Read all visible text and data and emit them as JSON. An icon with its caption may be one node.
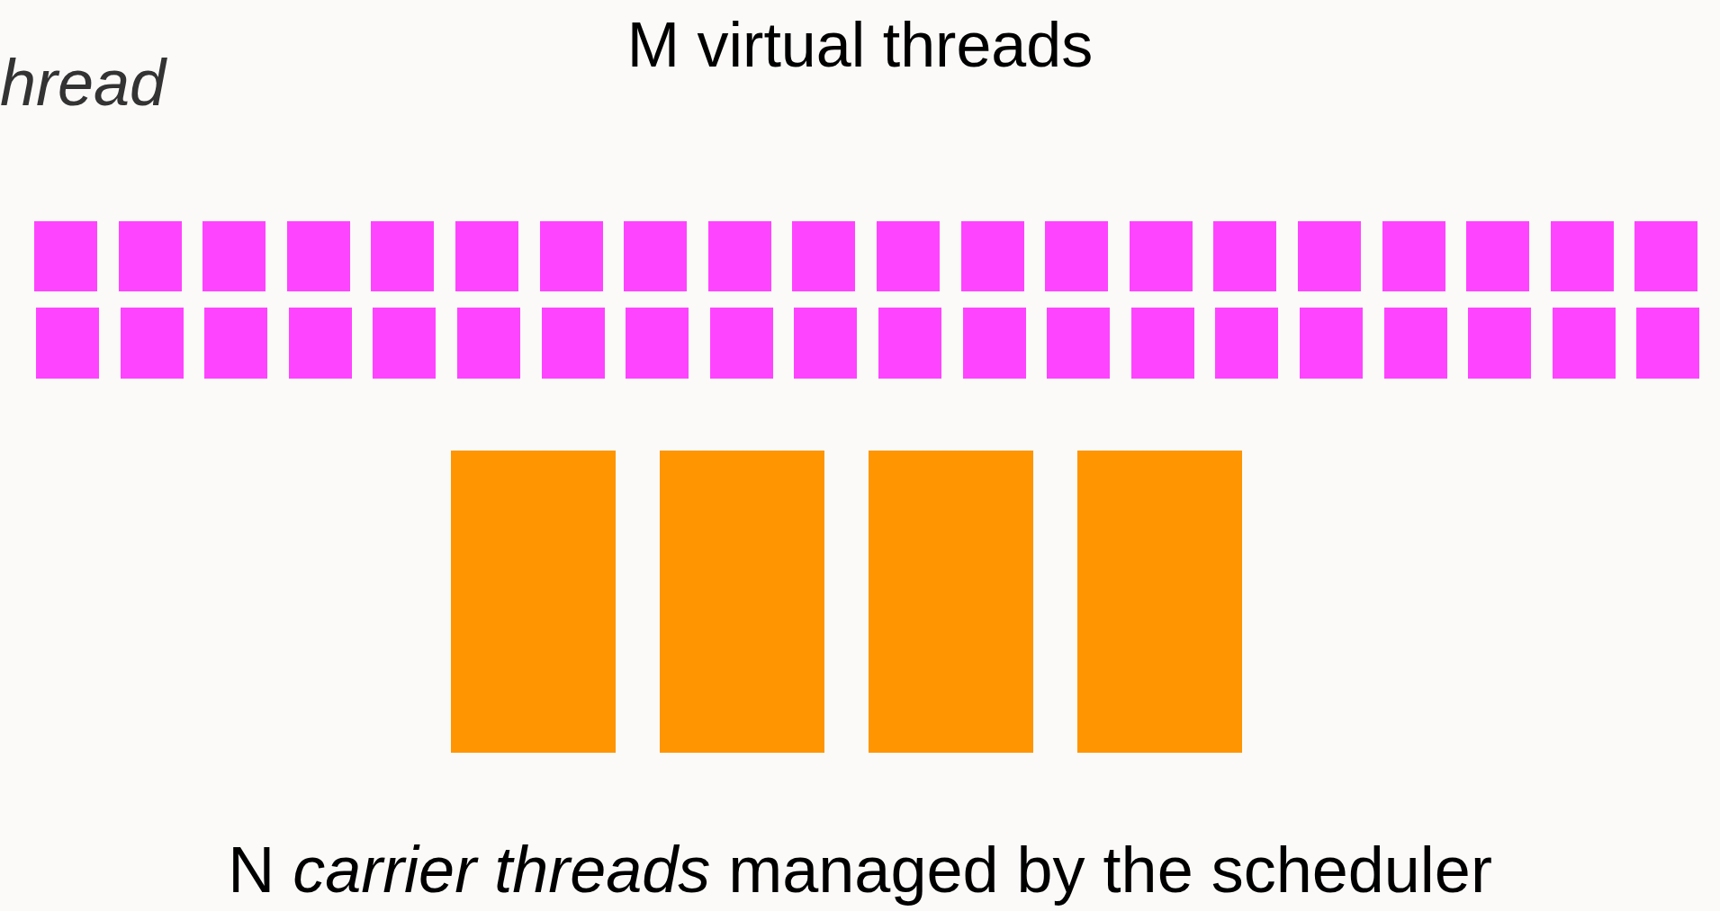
{
  "diagram": {
    "title": "M virtual threads",
    "caption": "N *carrier threads* managed by the scheduler",
    "nodes": [
      {
        "text": [],
        "shape": "box"
      },
      {
        "text": [],
        "shape": "box"
      },
      {
        "text": [],
        "shape": "box"
      },
      {
        "text": [],
        "shape": "box"
      },
      {
        "text": [],
        "shape": "box"
      },
      {
        "text": [],
        "shape": "box"
      },
      {
        "text": [],
        "shape": "box"
      },
      {
        "text": [],
        "shape": "box"
      },
      {
        "text": [],
        "shape": "box"
      },
      {
        "text": [],
        "shape": "box"
      },
      {
        "text": [],
        "shape": "box"
      },
      {
        "text": [],
        "shape": "box"
      },
      {
        "text": [],
        "shape": "box"
      },
      {
        "text": [],
        "shape": "box"
      },
      {
        "text": [],
        "shape": "box"
      },
      {
        "text": [],
        "shape": "box"
      },
      {
        "text": [],
        "shape": "box"
      },
      {
        "text": [],
        "shape": "box"
      },
      {
        "text": [],
        "shape": "box"
      },
      {
        "text": [],
        "shape": "box"
      },
      {
        "text": [],
        "shape": "box"
      },
      {
        "text": [],
        "shape": "box"
      },
      {
        "text": [],
        "shape": "box"
      },
      {
        "text": [],
        "shape": "box"
      },
      {
        "text": [],
        "shape": "box"
      },
      {
        "text": [],
        "shape": "box"
      },
      {
        "text": [],
        "shape": "box"
      },
      {
        "text": [],
        "shape": "box"
      },
      {
        "text": [],
        "shape": "box"
      },
      {
        "text": [],
        "shape": "box"
      },
      {
        "text": [],
        "shape": "box"
      },
      {
        "text": [],
        "shape": "box"
      },
      {
        "text": [],
        "shape": "box"
      },
      {
        "text": [],
        "shape": "box"
      },
      {
        "text": [],
        "shape": "box"
      },
      {
        "text": [],
        "shape": "box"
      },
      {
        "text": [],
        "shape": "box"
      },
      {
        "text": [],
        "shape": "box"
      },
      {
        "text": [],
        "shape": "box"
      },
      {
        "text": [],
        "shape": "box"
      },
      {
        "text": [],
        "shape": "box"
      },
      {
        "text": [],
        "shape": "box"
      },
      {
        "text": [],
        "shape": "box"
      },
      {
        "text": [],
        "shape": "box"
      }
    ],
    "labels": [
      "hread"
    ]
  }
}
